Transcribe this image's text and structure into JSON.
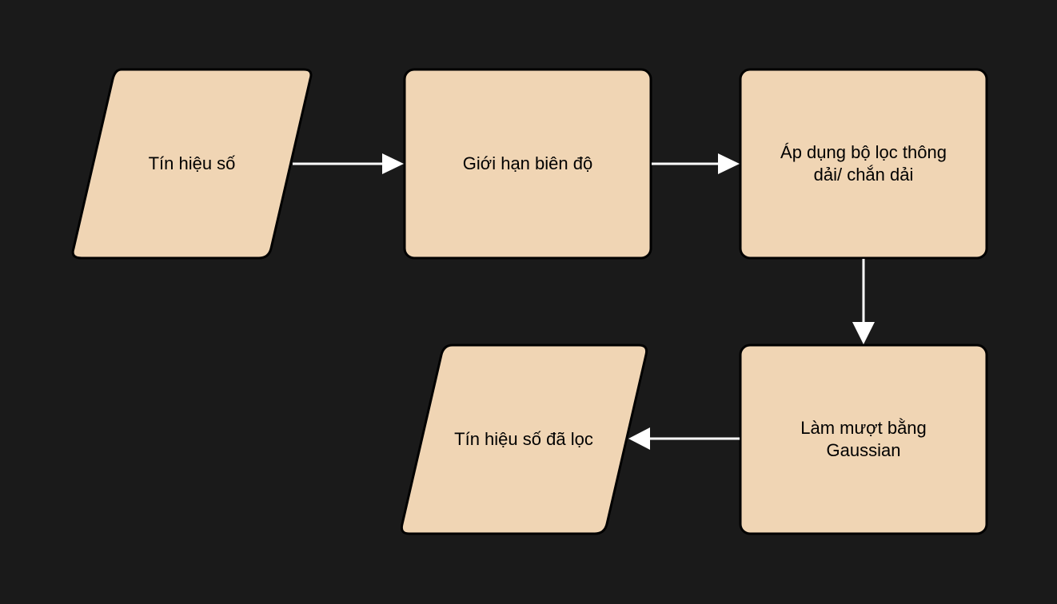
{
  "diagram": {
    "colors": {
      "background": "#1a1a1a",
      "node_fill": "#f0d5b4",
      "node_stroke": "#000000",
      "connector": "#ffffff",
      "text": "#000000"
    },
    "nodes": [
      {
        "id": "input-signal",
        "shape": "parallelogram",
        "label": "Tín hiệu số"
      },
      {
        "id": "amplitude-limit",
        "shape": "rounded-rectangle",
        "label": "Giới hạn biên độ"
      },
      {
        "id": "band-filter",
        "shape": "rounded-rectangle",
        "label": "Áp dụng bộ lọc thông\ndải/ chắn dải"
      },
      {
        "id": "gaussian-smoothing",
        "shape": "rounded-rectangle",
        "label": "Làm mượt bằng\nGaussian"
      },
      {
        "id": "filtered-signal",
        "shape": "parallelogram",
        "label": "Tín hiệu số đã lọc"
      }
    ],
    "edges": [
      {
        "from": "input-signal",
        "to": "amplitude-limit"
      },
      {
        "from": "amplitude-limit",
        "to": "band-filter"
      },
      {
        "from": "band-filter",
        "to": "gaussian-smoothing"
      },
      {
        "from": "gaussian-smoothing",
        "to": "filtered-signal"
      }
    ]
  }
}
